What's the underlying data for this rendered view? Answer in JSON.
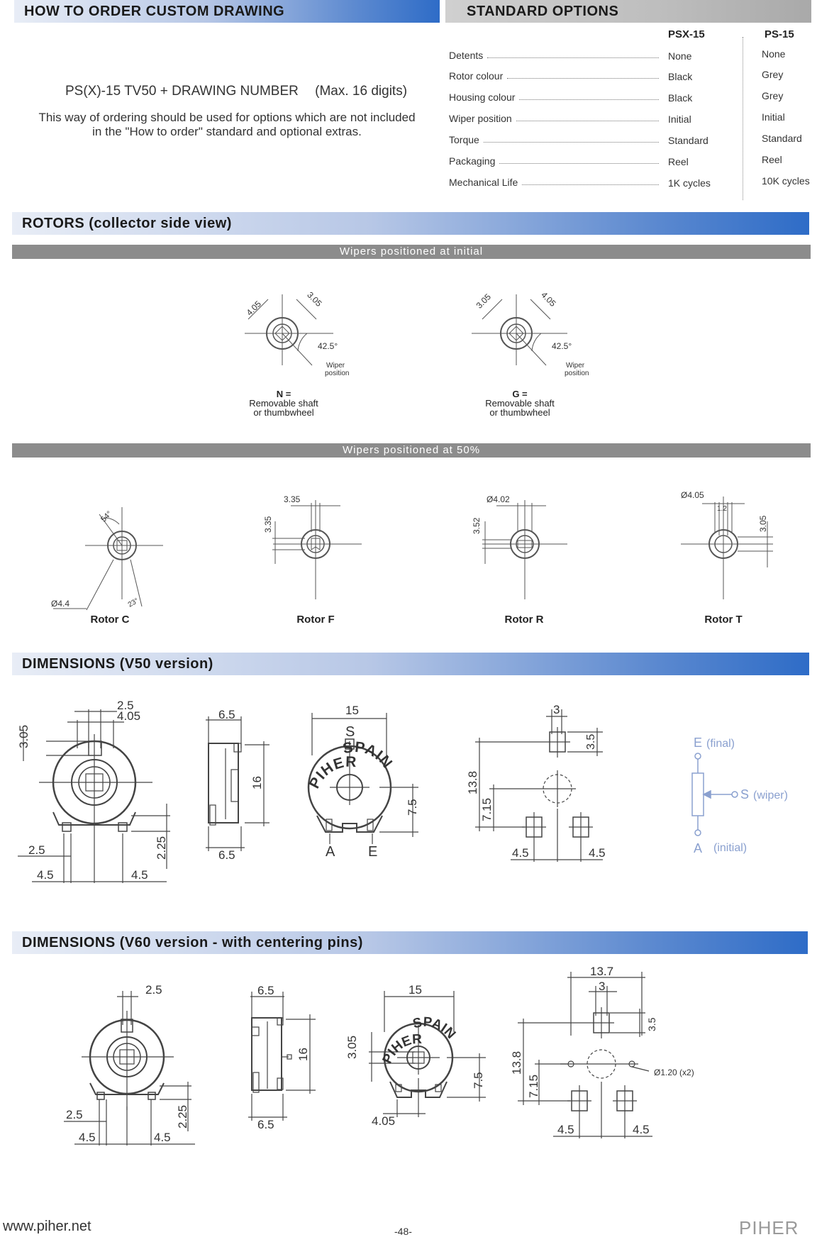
{
  "how_to_order": {
    "title": "HOW TO ORDER CUSTOM DRAWING",
    "code_line": "PS(X)-15 TV50 +  DRAWING NUMBER",
    "max_note": "(Max. 16 digits)",
    "description_1": "This way of ordering should be used for options which are not included",
    "description_2": "in the \"How to order\" standard and optional extras."
  },
  "standard_options": {
    "title": "STANDARD OPTIONS",
    "col_psx": "PSX-15",
    "col_ps": "PS-15",
    "rows": [
      {
        "label": "Detents",
        "psx": "None",
        "ps": "None"
      },
      {
        "label": "Rotor colour",
        "psx": "Black",
        "ps": "Grey"
      },
      {
        "label": "Housing colour",
        "psx": "Black",
        "ps": "Grey"
      },
      {
        "label": "Wiper position",
        "psx": "Initial",
        "ps": "Initial"
      },
      {
        "label": "Torque",
        "psx": "Standard",
        "ps": "Standard"
      },
      {
        "label": "Packaging",
        "psx": "Reel",
        "ps": "Reel"
      },
      {
        "label": "Mechanical Life",
        "psx": "1K cycles",
        "ps": "10K cycles"
      }
    ]
  },
  "rotors": {
    "title": "ROTORS (collector side view)",
    "bar_initial": "Wipers positioned at initial",
    "bar_50": "Wipers positioned at 50%",
    "n": {
      "dim_a": "4.05",
      "dim_b": "3.05",
      "angle": "42.5°",
      "wiper_1": "Wiper",
      "wiper_2": "position",
      "name": "N =",
      "desc_1": "Removable shaft",
      "desc_2": "or thumbwheel"
    },
    "g": {
      "dim_a": "3.05",
      "dim_b": "4.05",
      "angle": "42.5°",
      "wiper_1": "Wiper",
      "wiper_2": "position",
      "name": "G =",
      "desc_1": "Removable shaft",
      "desc_2": "or thumbwheel"
    },
    "c": {
      "name": "Rotor C",
      "angle_a": "54°",
      "diam": "Ø4.4",
      "angle_b": "23°"
    },
    "f": {
      "name": "Rotor F",
      "dim_h": "3.35",
      "dim_v": "3.35"
    },
    "r": {
      "name": "Rotor R",
      "diam": "Ø4.02",
      "dim_v": "3.52"
    },
    "t": {
      "name": "Rotor T",
      "diam": "Ø4.05",
      "dim_w": "1.2",
      "dim_v": "3.05"
    }
  },
  "dim_v50": {
    "title": "DIMENSIONS (V50 version)",
    "front": {
      "d1": "2.5",
      "d2": "4.05",
      "d3": "3.05",
      "d4": "2.5",
      "d5": "4.5",
      "d6": "4.5",
      "d7": "2.25"
    },
    "side": {
      "top": "6.5",
      "height": "16",
      "bottom": "6.5"
    },
    "back": {
      "width": "15",
      "s": "S",
      "ring_1": "PIHER",
      "ring_2": "SPAIN",
      "a": "A",
      "e": "E",
      "h": "7.5"
    },
    "pcb": {
      "top": "3",
      "pad": "3.5",
      "h1": "13.8",
      "h2": "7.15",
      "l": "4.5",
      "r": "4.5"
    },
    "schematic": {
      "e": "E",
      "e_lbl": "(final)",
      "s": "S",
      "s_lbl": "(wiper)",
      "a": "A",
      "a_lbl": "(initial)"
    }
  },
  "dim_v60": {
    "title": "DIMENSIONS (V60 version - with centering pins)",
    "front": {
      "d1": "2.5",
      "d4": "2.5",
      "d5": "4.5",
      "d6": "4.5",
      "d7": "2.25"
    },
    "side": {
      "top": "6.5",
      "height": "16",
      "bottom": "6.5"
    },
    "back": {
      "width": "15",
      "left": "3.05",
      "ring_1": "PIHER",
      "ring_2": "SPAIN",
      "h": "7.5",
      "bottom": "4.05"
    },
    "pcb": {
      "top": "13.7",
      "mid": "3",
      "pad": "3.5",
      "h1": "13.8",
      "h2": "7.15",
      "pin": "Ø1.20 (x2)",
      "l": "4.5",
      "r": "4.5"
    }
  },
  "footer": {
    "url": "www.piher.net",
    "page": "-48-",
    "brand": "PIHER"
  },
  "colors": {
    "accent_blue": "#2e6cc7",
    "bar_grey": "#8c8c8c",
    "schematic_blue": "#8aa0cf"
  }
}
